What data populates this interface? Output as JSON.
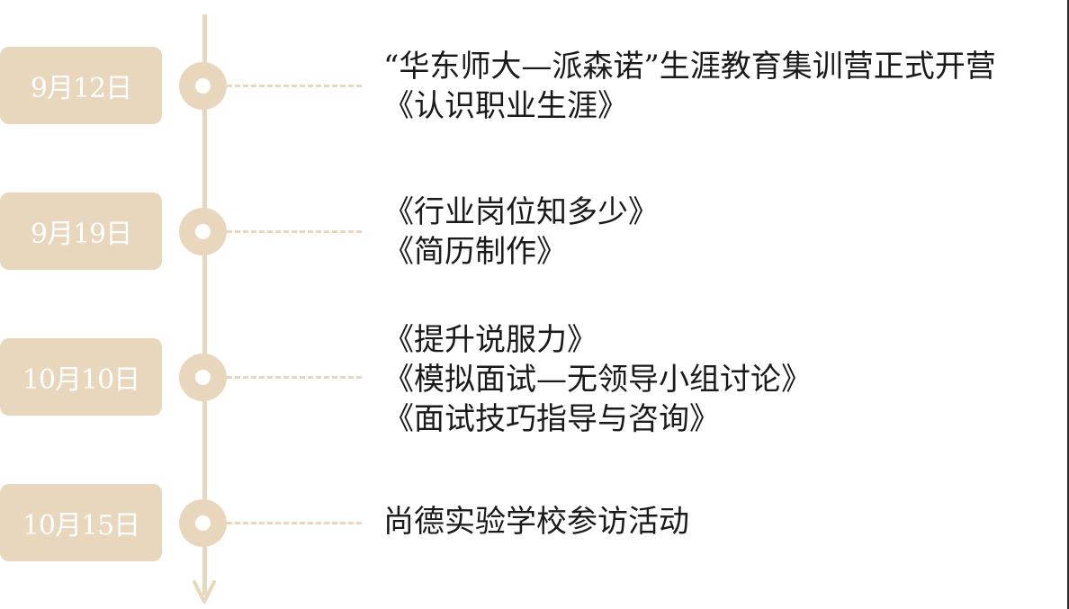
{
  "events": [
    {
      "date": "9月12日",
      "lines": [
        "“华东师大—派森诺”生涯教育集训营正式开营",
        "《认识职业生涯》"
      ]
    },
    {
      "date": "9月19日",
      "lines": [
        "《行业岗位知多少》",
        "《简历制作》"
      ]
    },
    {
      "date": "10月10日",
      "lines": [
        "《提升说服力》",
        "《模拟面试—无领导小组讨论》",
        "《面试技巧指导与咨询》"
      ]
    },
    {
      "date": "10月15日",
      "lines": [
        "尚德实验学校参访活动"
      ]
    }
  ],
  "colors": {
    "accent": "#e8d7bd",
    "text": "#1a1a1a",
    "badge_text": "#ffffff"
  }
}
